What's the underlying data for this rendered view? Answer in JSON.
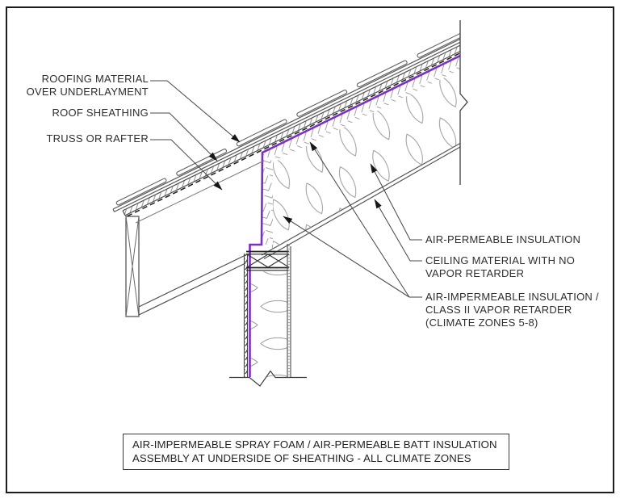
{
  "title_block": {
    "line1": "AIR-IMPERMEABLE SPRAY FOAM / AIR-PERMEABLE BATT INSULATION",
    "line2": "ASSEMBLY AT UNDERSIDE OF SHEATHING - ALL CLIMATE ZONES"
  },
  "callouts": {
    "left": [
      {
        "lines": [
          "ROOFING MATERIAL",
          "OVER UNDERLAYMENT"
        ]
      },
      {
        "lines": [
          "ROOF SHEATHING"
        ]
      },
      {
        "lines": [
          "TRUSS OR RAFTER"
        ]
      }
    ],
    "right": [
      {
        "lines": [
          "AIR-PERMEABLE INSULATION"
        ]
      },
      {
        "lines": [
          "CEILING MATERIAL WITH NO",
          "VAPOR RETARDER"
        ]
      },
      {
        "lines": [
          "AIR-IMPERMEABLE INSULATION /",
          "CLASS II VAPOR RETARDER",
          "(CLIMATE ZONES 5-8)"
        ]
      }
    ]
  },
  "legend": {
    "vapor_retarder_color": "#7B2FC3",
    "linework_color": "#3f3f3f",
    "insulation_texture_color": "#9c9c9c",
    "background": "#ffffff"
  }
}
